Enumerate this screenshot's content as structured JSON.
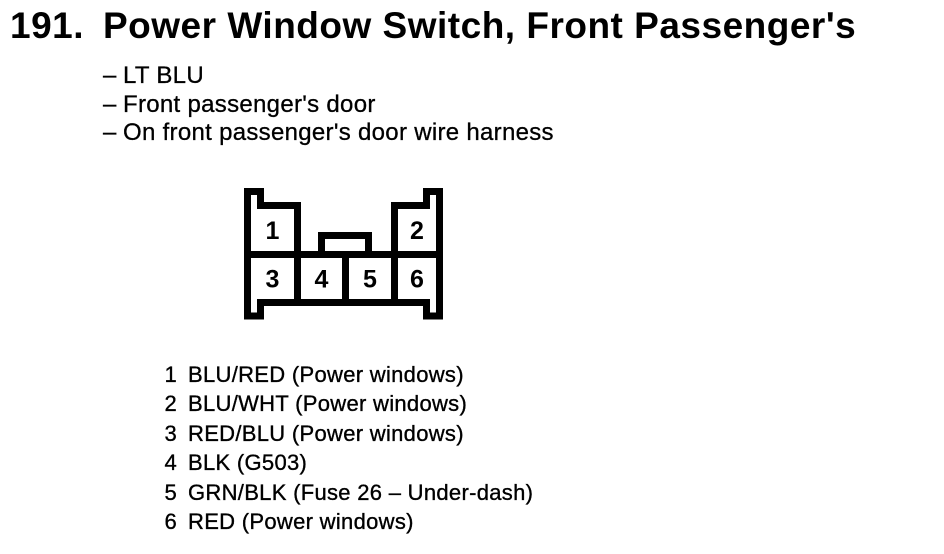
{
  "section": {
    "number": "191.",
    "title": "Power Window Switch, Front Passenger's"
  },
  "details": {
    "marker": "–",
    "items": [
      "LT BLU",
      "Front passenger's door",
      "On front passenger's door wire harness"
    ]
  },
  "connector": {
    "cavities": [
      "1",
      "2",
      "3",
      "4",
      "5",
      "6"
    ]
  },
  "pins": [
    {
      "number": "1",
      "description": "BLU/RED (Power windows)"
    },
    {
      "number": "2",
      "description": "BLU/WHT (Power windows)"
    },
    {
      "number": "3",
      "description": "RED/BLU (Power windows)"
    },
    {
      "number": "4",
      "description": "BLK (G503)"
    },
    {
      "number": "5",
      "description": "GRN/BLK (Fuse 26 – Under-dash)"
    },
    {
      "number": "6",
      "description": "RED (Power windows)"
    }
  ],
  "colors": {
    "ink": "#000000",
    "paper": "#ffffff"
  }
}
